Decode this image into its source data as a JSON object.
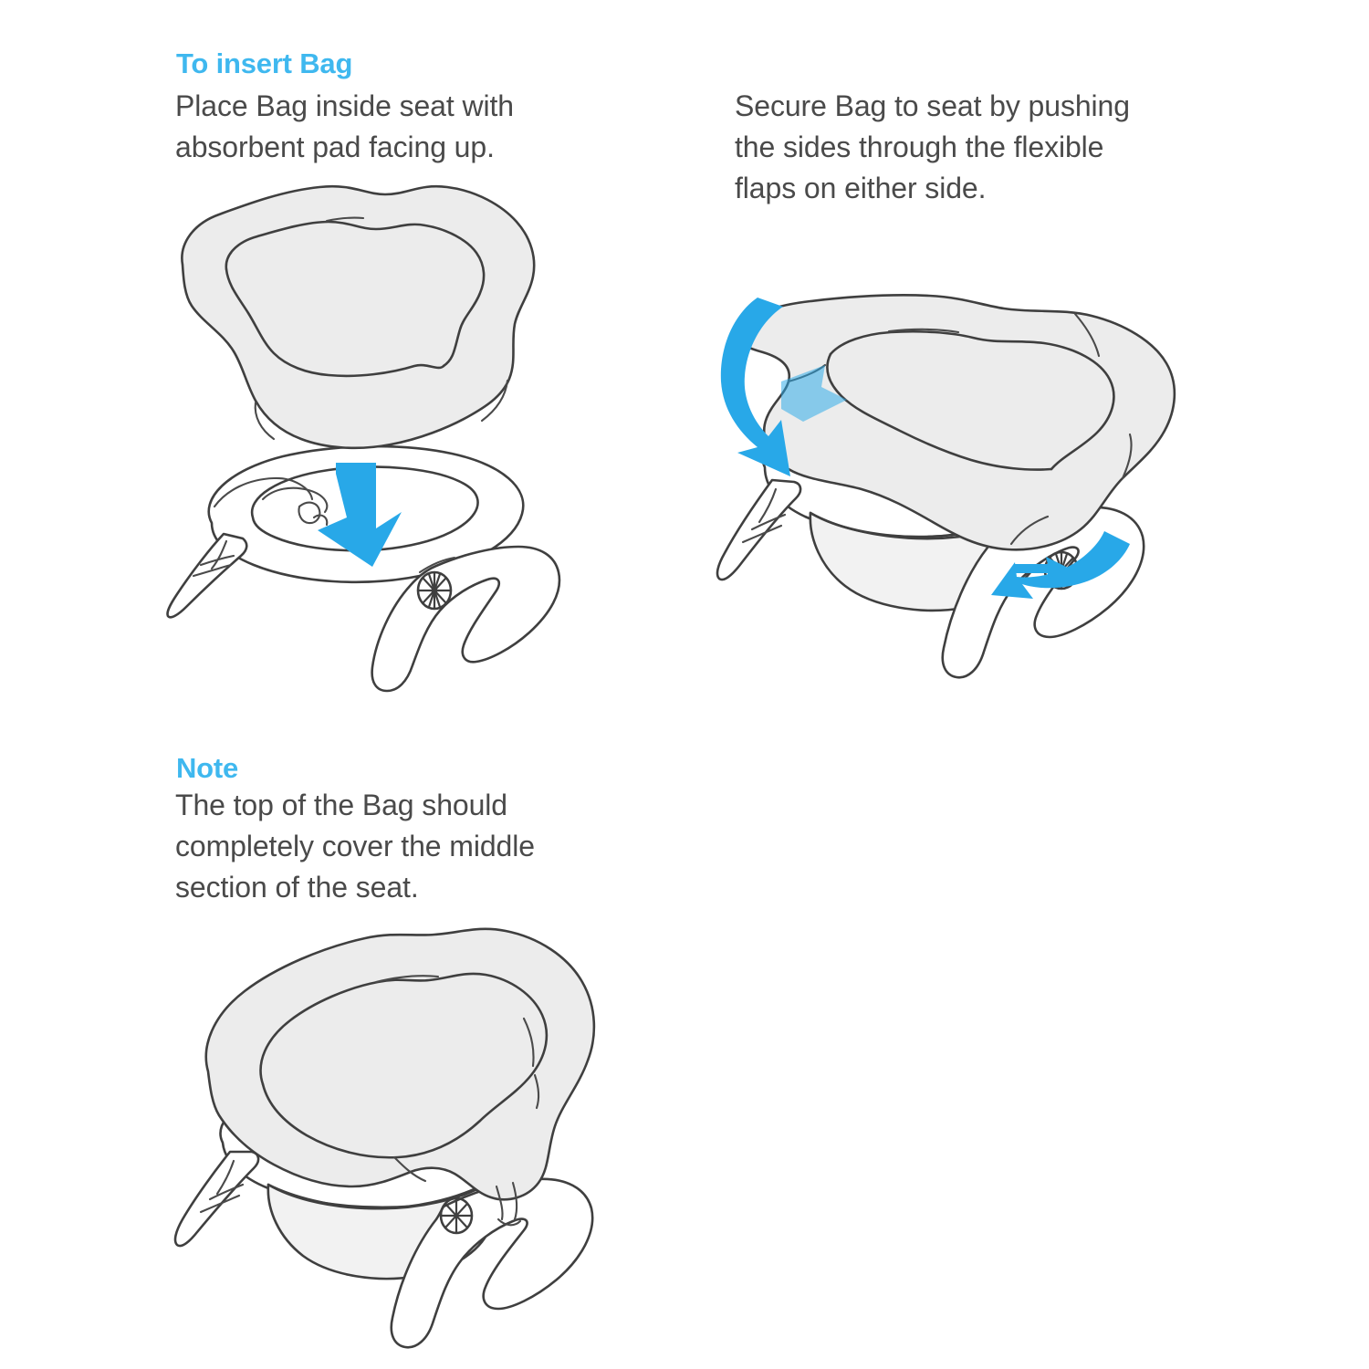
{
  "document": {
    "background_color": "#ffffff",
    "heading_color": "#3fb8ef",
    "body_text_color": "#4a4a4a",
    "arrow_color": "#28a8e8",
    "line_color": "#3f3f3f",
    "bag_fill_color": "#ececec"
  },
  "sections": {
    "insert_bag": {
      "heading": "To insert Bag",
      "body_lines": [
        "Place Bag inside seat with",
        "absorbent pad facing up."
      ],
      "illustration": {
        "caption": "potty-seat-with-bag-lowering-in",
        "arrows": [
          {
            "name": "down-arrow-into-seat",
            "direction": "down",
            "color": "#28a8e8"
          }
        ],
        "parts": [
          "bag",
          "absorbent-pad",
          "seat-ring",
          "seat-bowl",
          "left-leg",
          "right-leg",
          "wheel-rosette"
        ]
      }
    },
    "secure_bag": {
      "heading": "",
      "body_lines": [
        "Secure Bag to seat by pushing",
        "the sides through the flexible",
        "flaps on either side."
      ],
      "illustration": {
        "caption": "bag-draped-over-seat-pushed-into-flaps",
        "arrows": [
          {
            "name": "left-flap-arrow",
            "direction": "down-left-curved",
            "color": "#28a8e8"
          },
          {
            "name": "left-flap-push-arrow",
            "direction": "right",
            "color": "#28a8e8"
          },
          {
            "name": "right-flap-arrow",
            "direction": "left",
            "color": "#28a8e8"
          }
        ],
        "parts": [
          "bag",
          "absorbent-pad",
          "seat-ring",
          "seat-bowl",
          "left-leg",
          "right-leg",
          "left-wheel-rosette",
          "right-wheel-rosette"
        ]
      }
    },
    "note": {
      "heading": "Note",
      "body_lines": [
        "The top of the Bag should",
        "completely cover the middle",
        "section of the seat."
      ],
      "illustration": {
        "caption": "bag-fully-covering-middle-section-of-seat",
        "arrows": [],
        "parts": [
          "bag",
          "absorbent-pad",
          "seat-ring",
          "seat-bowl",
          "left-leg",
          "right-leg",
          "wheel-rosette"
        ]
      }
    }
  }
}
